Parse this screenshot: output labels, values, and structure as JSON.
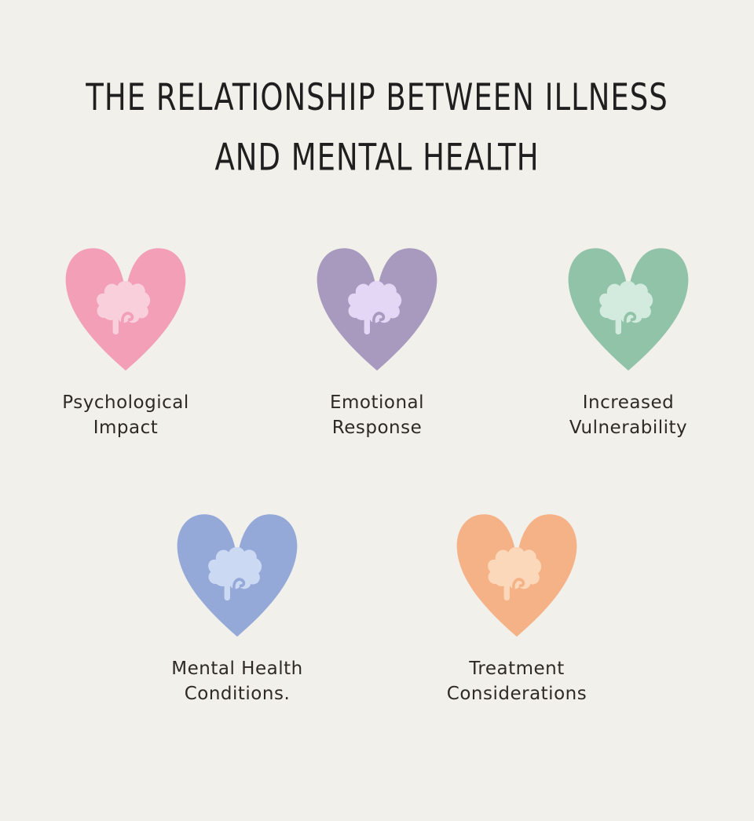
{
  "page": {
    "background_color": "#F2F0EA",
    "title_color": "#1F1F1F",
    "label_color": "#2D2A25"
  },
  "title": {
    "line1": "THE RELATIONSHIP BETWEEN ILLNESS",
    "line2": "AND MENTAL HEALTH"
  },
  "items": [
    {
      "id": "psychological-impact",
      "icon": "heart-brain-icon",
      "label_lines": [
        "Psychological",
        "Impact"
      ],
      "heart_color": "#F29FB7",
      "brain_color": "#F9CFDC"
    },
    {
      "id": "emotional-response",
      "icon": "heart-brain-icon",
      "label_lines": [
        "Emotional",
        "Response"
      ],
      "heart_color": "#A89ABF",
      "brain_color": "#E3D7F5"
    },
    {
      "id": "increased-vulnerability",
      "icon": "heart-brain-icon",
      "label_lines": [
        "Increased",
        "Vulnerability"
      ],
      "heart_color": "#90C3A8",
      "brain_color": "#D3EBDE"
    },
    {
      "id": "mental-health-conditions",
      "icon": "heart-brain-icon",
      "label_lines": [
        "Mental Health",
        "Conditions."
      ],
      "heart_color": "#95A9D9",
      "brain_color": "#CBD9F3"
    },
    {
      "id": "treatment-considerations",
      "icon": "heart-brain-icon",
      "label_lines": [
        "Treatment",
        "Considerations"
      ],
      "heart_color": "#F6B287",
      "brain_color": "#FAD8B9"
    }
  ]
}
